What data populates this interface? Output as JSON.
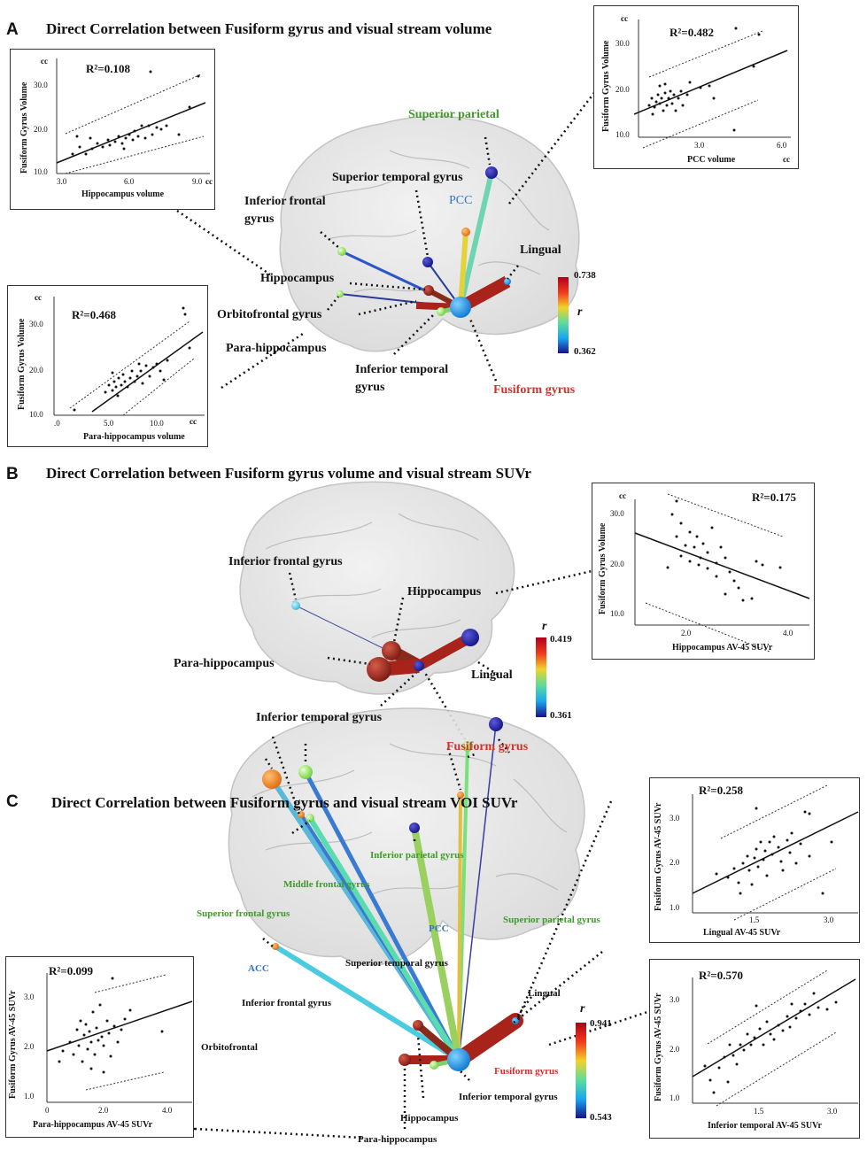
{
  "panelA": {
    "letter": "A",
    "title": "Direct Correlation between Fusiform gyrus and visual stream volume",
    "labels": {
      "superior_parietal": "Superior parietal",
      "superior_temporal": "Superior temporal gyrus",
      "pcc": "PCC",
      "inferior_frontal": "Inferior frontal gyrus",
      "lingual": "Lingual",
      "hippocampus": "Hippocampus",
      "orbitofrontal": "Orbitofrontal gyrus",
      "parahippocampus": "Para-hippocampus",
      "inferior_temporal": "Inferior temporal gyrus",
      "fusiform": "Fusiform gyrus"
    },
    "colorbar": {
      "symbol": "r",
      "max": "0.738",
      "min": "0.362"
    },
    "insets": {
      "hippocampus": {
        "r2": "R²=0.108",
        "xlabel": "Hippocampus volume",
        "ylabel": "Fusiform Gyrus Volume",
        "unit": "cc",
        "xticks": [
          "3.0",
          "6.0",
          "9.0"
        ],
        "yticks": [
          "10.0",
          "20.0",
          "30.0"
        ]
      },
      "pcc": {
        "r2": "R²=0.482",
        "xlabel": "PCC volume",
        "ylabel": "Fusiform Gyrus Volume",
        "unit": "cc",
        "xticks": [
          "3.0",
          "6.0"
        ],
        "yticks": [
          "10.0",
          "20.0",
          "30.0"
        ]
      },
      "parahippocampus": {
        "r2": "R²=0.468",
        "xlabel": "Para-hippocampus volume",
        "ylabel": "Fusiform Gyrus Volume",
        "unit": "cc",
        "xticks": [
          ".0",
          "5.0",
          "10.0"
        ],
        "yticks": [
          "10.0",
          "20.0",
          "30.0"
        ]
      }
    }
  },
  "panelB": {
    "letter": "B",
    "title": "Direct Correlation between Fusiform gyrus volume and visual stream SUVr",
    "labels": {
      "inferior_frontal": "Inferior frontal gyrus",
      "hippocampus": "Hippocampus",
      "parahippocampus": "Para-hippocampus",
      "lingual": "Lingual",
      "inferior_temporal": "Inferior temporal gyrus",
      "fusiform": "Fusiform gyrus"
    },
    "colorbar": {
      "symbol": "r",
      "max": "0.419",
      "min": "0.361"
    },
    "insets": {
      "hippocampus": {
        "r2": "R²=0.175",
        "xlabel": "Hippocampus AV-45  SUVr",
        "ylabel": "Fusiform Gyrus Volume",
        "unit": "cc",
        "xticks": [
          "2.0",
          "4.0"
        ],
        "yticks": [
          "10.0",
          "20.0",
          "30.0"
        ]
      }
    }
  },
  "panelC": {
    "letter": "C",
    "title": "Direct Correlation between Fusiform gyrus and visual stream VOI SUVr",
    "labels": {
      "inferior_parietal": "Inferior parietal gyrus",
      "middle_frontal": "Middle frontal gyrus",
      "superior_frontal": "Superior frontal gyrus",
      "superior_parietal": "Superior parietal gyrus",
      "pcc": "PCC",
      "acc": "ACC",
      "superior_temporal": "Superior temporal gyrus",
      "lingual": "Lingual",
      "inferior_frontal": "Inferior frontal gyrus",
      "orbitofrontal": "Orbitofrontal",
      "fusiform": "Fusiform gyrus",
      "inferior_temporal": "Inferior temporal gyrus",
      "hippocampus": "Hippocampus",
      "parahippocampus": "Para-hippocampus"
    },
    "colorbar": {
      "symbol": "r",
      "max": "0.941",
      "min": "0.543"
    },
    "insets": {
      "lingual": {
        "r2": "R²=0.258",
        "xlabel": "Lingual  AV-45 SUVr",
        "ylabel": "Fusiform Gyrus AV-45 SUVr",
        "xticks": [
          "1.5",
          "3.0"
        ],
        "yticks": [
          "1.0",
          "2.0",
          "3.0"
        ]
      },
      "inferior_temporal": {
        "r2": "R²=0.570",
        "xlabel": "Inferior temporal AV-45  SUVr",
        "ylabel": "Fusiform Gyrus AV-45 SUVr",
        "xticks": [
          "1.5",
          "3.0"
        ],
        "yticks": [
          "1.0",
          "2.0",
          "3.0"
        ]
      },
      "parahippocampus": {
        "r2": "R²=0.099",
        "xlabel": "Para-hippocampus AV-45  SUVr",
        "ylabel": "Fusiform Gyrus AV-45 SUVr",
        "xticks": [
          "0",
          "2.0",
          "4.0"
        ],
        "yticks": [
          "1.0",
          "2.0",
          "3.0"
        ]
      }
    }
  },
  "colors": {
    "green_label": "#3f9a2a",
    "blue_label": "#2e74c0",
    "red_label": "#d0322a",
    "fusiform_node": "#1a8fe0"
  }
}
